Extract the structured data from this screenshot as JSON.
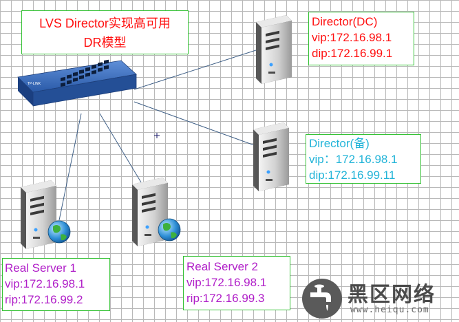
{
  "diagram": {
    "title_line1": "LVS Director实现高可用",
    "title_line2": "DR模型"
  },
  "nodes": {
    "director_dc": {
      "name": "Director(DC)",
      "vip": "vip:172.16.98.1",
      "dip": "dip:172.16.99.1"
    },
    "director_backup": {
      "name": "Director(备)",
      "vip": "vip：172.16.98.1",
      "dip": "dip:172.16.99.11"
    },
    "real_server_1": {
      "name": "Real Server 1",
      "vip": "vip:172.16.98.1",
      "rip": "rip:172.16.99.2"
    },
    "real_server_2": {
      "name": "Real Server 2",
      "vip": "vip:172.16.98.1",
      "rip": "rip:172.16.99.3"
    }
  },
  "watermark": {
    "title": "黑区网络",
    "url": "www.heiqu.com"
  },
  "colors": {
    "grid": "#b9b9b9",
    "box_border": "#35c235",
    "title_text": "#ff1010",
    "director_dc_text": "#ff1010",
    "director_backup_text": "#22b4d8",
    "real_server_text": "#b01ec8",
    "link_line": "#3f5f86",
    "switch_body": "#2a5aa8"
  },
  "icons": {
    "switch": "network-switch-icon",
    "server": "server-tower-icon",
    "web_globe": "globe-icon",
    "watermark_logo": "faucet-logo-icon"
  }
}
